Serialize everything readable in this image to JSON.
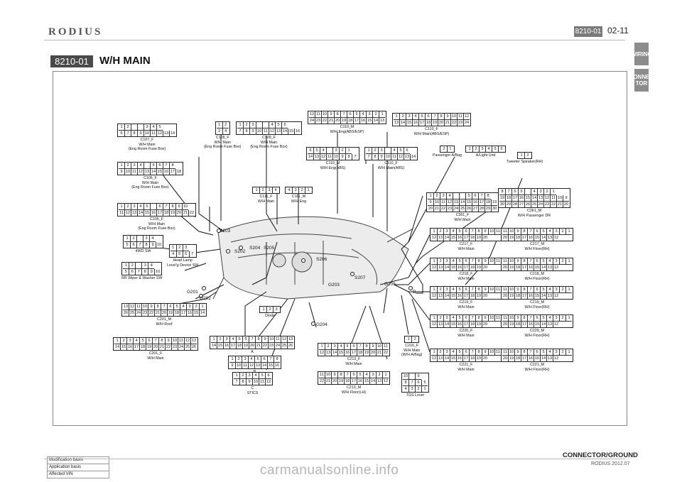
{
  "header": {
    "brand": "RODIUS",
    "section_code": "8210-01",
    "page_number": "02-11",
    "side_tabs": [
      "WIRING",
      "CONNEC TOR"
    ]
  },
  "title": {
    "code": "8210-01",
    "text": "W/H MAIN"
  },
  "splices": [
    "S203",
    "S202",
    "S204",
    "S205",
    "S206",
    "S207",
    "G203",
    "G201",
    "G202",
    "G204",
    "G206",
    "B"
  ],
  "connectors": [
    {
      "id": "c107",
      "rows": [
        [
          "1",
          "2",
          "",
          "",
          "3",
          "4",
          "5"
        ],
        [
          "6",
          "7",
          "8",
          "9",
          "10",
          "11",
          "12",
          "13",
          "14"
        ]
      ],
      "label": "C107_F\nW/H Main\n(Eng Room Fuse Box)"
    },
    {
      "id": "c108",
      "rows": [
        [
          "1",
          "2"
        ],
        [
          "3",
          "4"
        ]
      ],
      "label": "C108_F\nW/H Main\n(Eng Room Fuse Box)"
    },
    {
      "id": "c109",
      "rows": [
        [
          "1",
          "2",
          "3",
          "",
          "",
          "4",
          "5",
          "6"
        ],
        [
          "7",
          "8",
          "9",
          "10",
          "11",
          "12",
          "13",
          "14",
          "15",
          "16"
        ]
      ],
      "label": "C109_F\nW/H Main\n(Eng Room Fuse Box)"
    },
    {
      "id": "c110m",
      "rows": [
        [
          "12",
          "11",
          "10",
          "9",
          "8",
          "7",
          "6",
          "5",
          "4",
          "3",
          "2",
          "1"
        ],
        [
          "24",
          "23",
          "22",
          "21",
          "20",
          "19",
          "18",
          "17",
          "16",
          "15",
          "14",
          "13"
        ]
      ],
      "label": "C110_M\nW/H Eng(ABS/ESP)"
    },
    {
      "id": "c110f",
      "rows": [
        [
          "1",
          "2",
          "3",
          "4",
          "5",
          "6",
          "7",
          "8",
          "9",
          "10",
          "11",
          "12"
        ],
        [
          "13",
          "14",
          "15",
          "16",
          "17",
          "18",
          "19",
          "20",
          "21",
          "22",
          "23",
          "24"
        ]
      ],
      "label": "C110_F\nW/H Main(ABS/ESP)"
    },
    {
      "id": "c106",
      "rows": [
        [
          "1",
          "2",
          "3",
          "4",
          "",
          "5",
          "6",
          "7",
          "8"
        ],
        [
          "9",
          "10",
          "11",
          "12",
          "13",
          "14",
          "15",
          "16",
          "17",
          "18"
        ]
      ],
      "label": "C106_F\nW/H Main\n(Eng Room Fuse Box)"
    },
    {
      "id": "c110m2",
      "rows": [
        [
          "6",
          "5",
          "4",
          "",
          "3",
          "2",
          "1"
        ],
        [
          "14",
          "13",
          "12",
          "11",
          "10",
          "9",
          "8",
          "7"
        ]
      ],
      "label": "C110_M\nW/H Eng(ABS)"
    },
    {
      "id": "c110f2",
      "rows": [
        [
          "1",
          "2",
          "3",
          "",
          "4",
          "5",
          "6"
        ],
        [
          "7",
          "8",
          "9",
          "10",
          "11",
          "12",
          "13",
          "14"
        ]
      ],
      "label": "C110_F\nW/H Main(ABS)"
    },
    {
      "id": "pab",
      "rows": [
        [
          "2",
          "1"
        ]
      ],
      "label": "Passenger A/Bag"
    },
    {
      "id": "alight",
      "rows": [
        [
          "1",
          "2",
          "3",
          "4",
          "5",
          "6"
        ]
      ],
      "label": "A/Light Unit"
    },
    {
      "id": "tweeter",
      "rows": [
        [
          "1",
          "2"
        ]
      ],
      "label": "Tweeter Speaker(RH)"
    },
    {
      "id": "c111f",
      "rows": [
        [
          "1",
          "2",
          "3",
          "4"
        ]
      ],
      "label": "C111_F\nW/H Main"
    },
    {
      "id": "c111m",
      "rows": [
        [
          "4",
          "3",
          "2",
          "1"
        ]
      ],
      "label": "C111_M\nW/H Eng"
    },
    {
      "id": "c105",
      "rows": [
        [
          "1",
          "2",
          "3",
          "4",
          "5",
          "",
          "6",
          "7",
          "8",
          "9",
          "10"
        ],
        [
          "11",
          "12",
          "13",
          "14",
          "15",
          "16",
          "17",
          "18",
          "19",
          "20",
          "21",
          "22"
        ]
      ],
      "label": "C105_F\nW/H Main\n(Eng Room Fuse Box)"
    },
    {
      "id": "c361f",
      "rows": [
        [
          "1",
          "2",
          "3",
          "4",
          "",
          "",
          "5",
          "6",
          "7",
          "8"
        ],
        [
          "9",
          "10",
          "11",
          "12",
          "13",
          "14",
          "15",
          "16",
          "17",
          "18",
          "19"
        ],
        [
          "20",
          "21",
          "22",
          "23",
          "24",
          "25",
          "26",
          "27",
          "28",
          "29",
          "30"
        ]
      ],
      "label": "C361_F\nW/H Main"
    },
    {
      "id": "c361m",
      "rows": [
        [
          "8",
          "7",
          "6",
          "5",
          "",
          "4",
          "3",
          "2",
          "1"
        ],
        [
          "19",
          "18",
          "17",
          "16",
          "15",
          "14",
          "13",
          "12",
          "11",
          "10",
          "9"
        ],
        [
          "30",
          "29",
          "28",
          "27",
          "26",
          "25",
          "24",
          "23",
          "22",
          "21",
          "20"
        ]
      ],
      "label": "C361_M\nW/H Passenger DR"
    },
    {
      "id": "4wd",
      "rows": [
        [
          "1",
          "2",
          "",
          "3",
          "4"
        ],
        [
          "5",
          "6",
          "7",
          "8",
          "9",
          "10"
        ]
      ],
      "label": "4WD SW"
    },
    {
      "id": "headlamp",
      "rows": [
        [
          "1",
          "2",
          "3"
        ],
        [
          "4",
          "5",
          "6",
          "7"
        ]
      ],
      "label": "Head Lamp\nLevel'g Device SW"
    },
    {
      "id": "rrwiper",
      "rows": [
        [
          "1",
          "2",
          "",
          "3",
          "4"
        ],
        [
          "5",
          "6",
          "7",
          "8",
          "9",
          "10"
        ]
      ],
      "label": "RR Wiper & Washer SW"
    },
    {
      "id": "c217f",
      "rows": [
        [
          "1",
          "2",
          "3",
          "4",
          "5",
          "6",
          "7",
          "8",
          "9",
          "10",
          "11"
        ],
        [
          "12",
          "13",
          "14",
          "15",
          "16",
          "17",
          "18",
          "19",
          "20"
        ]
      ],
      "label": "C217_F\nW/H Main"
    },
    {
      "id": "c217m",
      "rows": [
        [
          "11",
          "10",
          "9",
          "8",
          "7",
          "6",
          "5",
          "4",
          "3",
          "2",
          "1"
        ],
        [
          "20",
          "19",
          "18",
          "17",
          "16",
          "15",
          "14",
          "13",
          "12"
        ]
      ],
      "label": "C217_M\nW/H Floor(RH)"
    },
    {
      "id": "c218f",
      "rows": [
        [
          "1",
          "2",
          "3",
          "4",
          "5",
          "6",
          "7",
          "8",
          "9",
          "10",
          "11"
        ],
        [
          "12",
          "13",
          "14",
          "15",
          "16",
          "17",
          "18",
          "19",
          "20"
        ]
      ],
      "label": "C218_F\nW/H Main"
    },
    {
      "id": "c218m",
      "rows": [
        [
          "11",
          "10",
          "9",
          "8",
          "7",
          "6",
          "5",
          "4",
          "3",
          "2",
          "1"
        ],
        [
          "20",
          "19",
          "18",
          "17",
          "16",
          "15",
          "14",
          "13",
          "12"
        ]
      ],
      "label": "C218_M\nW/H Floor(RH)"
    },
    {
      "id": "c219f",
      "rows": [
        [
          "1",
          "2",
          "3",
          "4",
          "5",
          "6",
          "7",
          "8",
          "9",
          "10",
          "11"
        ],
        [
          "12",
          "13",
          "14",
          "15",
          "16",
          "17",
          "18",
          "19",
          "20"
        ]
      ],
      "label": "C219_F\nW/H Main"
    },
    {
      "id": "c219m",
      "rows": [
        [
          "11",
          "10",
          "9",
          "8",
          "7",
          "6",
          "5",
          "4",
          "3",
          "2",
          "1"
        ],
        [
          "20",
          "19",
          "18",
          "17",
          "16",
          "15",
          "14",
          "13",
          "12"
        ]
      ],
      "label": "C219_M\nW/H Floor(RH)"
    },
    {
      "id": "c201m",
      "rows": [
        [
          "13",
          "12",
          "11",
          "10",
          "9",
          "8",
          "7",
          "6",
          "5",
          "4",
          "3",
          "2",
          "1"
        ],
        [
          "26",
          "25",
          "24",
          "23",
          "22",
          "21",
          "20",
          "19",
          "18",
          "17",
          "16",
          "15",
          "14"
        ]
      ],
      "label": "C201_M\nW/H Roof"
    },
    {
      "id": "diode",
      "rows": [
        [
          "1",
          "2",
          "3"
        ]
      ],
      "label": "Diode"
    },
    {
      "id": "c220f",
      "rows": [
        [
          "1",
          "2",
          "3",
          "4",
          "5",
          "6",
          "7",
          "8",
          "9",
          "10",
          "11"
        ],
        [
          "12",
          "13",
          "14",
          "15",
          "16",
          "17",
          "18",
          "19",
          "20"
        ]
      ],
      "label": "C220_F\nW/H Main"
    },
    {
      "id": "c220m",
      "rows": [
        [
          "11",
          "10",
          "9",
          "8",
          "7",
          "6",
          "5",
          "4",
          "3",
          "2",
          "1"
        ],
        [
          "20",
          "19",
          "18",
          "17",
          "16",
          "15",
          "14",
          "13",
          "12"
        ]
      ],
      "label": "C220_M\nW/H Floor(RH)"
    },
    {
      "id": "c201f",
      "rows": [
        [
          "1",
          "2",
          "3",
          "4",
          "5",
          "6",
          "7",
          "8",
          "9",
          "10",
          "11",
          "12",
          "13"
        ],
        [
          "14",
          "15",
          "16",
          "17",
          "18",
          "19",
          "20",
          "21",
          "22",
          "23",
          "24",
          "25",
          "26"
        ]
      ],
      "label": "C201_F\nW/H Main"
    },
    {
      "id": "sticsA",
      "rows": [
        [
          "1",
          "2",
          "3",
          "4",
          "5",
          "6",
          "7",
          "8",
          "9",
          "10",
          "11",
          "12",
          "13"
        ],
        [
          "14",
          "15",
          "16",
          "17",
          "18",
          "19",
          "20",
          "21",
          "22",
          "23",
          "24",
          "25",
          "26"
        ]
      ],
      "label": "A"
    },
    {
      "id": "sticsB",
      "rows": [
        [
          "1",
          "2",
          "3",
          "4",
          "5",
          "6",
          "7",
          "8"
        ],
        [
          "9",
          "10",
          "11",
          "12",
          "13",
          "14",
          "15",
          "16"
        ]
      ],
      "label": "B"
    },
    {
      "id": "sticsC",
      "rows": [
        [
          "1",
          "2",
          "3",
          "4",
          "5",
          "6"
        ],
        [
          "7",
          "8",
          "9",
          "10",
          "11",
          "12"
        ]
      ],
      "label": "C\nSTICS"
    },
    {
      "id": "c213f",
      "rows": [
        [
          "1",
          "2",
          "3",
          "4",
          "5",
          "6",
          "7",
          "8",
          "9",
          "10",
          "11"
        ],
        [
          "12",
          "13",
          "14",
          "15",
          "16",
          "17",
          "18",
          "19",
          "20",
          "21",
          "22"
        ]
      ],
      "label": "C213_F\nW/H Main"
    },
    {
      "id": "c213m",
      "rows": [
        [
          "11",
          "10",
          "9",
          "8",
          "7",
          "6",
          "5",
          "4",
          "3",
          "2",
          "1"
        ],
        [
          "22",
          "21",
          "20",
          "19",
          "18",
          "17",
          "16",
          "15",
          "14",
          "13",
          "12"
        ]
      ],
      "label": "C213_M\nW/H Floor(LH)"
    },
    {
      "id": "c216f",
      "rows": [
        [
          "1",
          "2"
        ]
      ],
      "label": "C216_F\nW/H Main\n(W/H A/Bag)"
    },
    {
      "id": "tgs",
      "rows": [
        [
          "10",
          "",
          "9"
        ],
        [
          "8",
          "7",
          "6",
          "5"
        ],
        [
          "4",
          "3",
          "2",
          "1"
        ]
      ],
      "label": "TGS Lever"
    },
    {
      "id": "c221f",
      "rows": [
        [
          "1",
          "2",
          "3",
          "4",
          "5",
          "6",
          "7",
          "8",
          "9",
          "10",
          "11"
        ],
        [
          "12",
          "13",
          "14",
          "15",
          "16",
          "17",
          "18",
          "19",
          "20"
        ]
      ],
      "label": "C221_F\nW/H Main"
    },
    {
      "id": "c221m",
      "rows": [
        [
          "11",
          "10",
          "9",
          "8",
          "7",
          "6",
          "5",
          "4",
          "3",
          "2",
          "1"
        ],
        [
          "20",
          "19",
          "18",
          "17",
          "16",
          "15",
          "14",
          "13",
          "12"
        ]
      ],
      "label": "C221_M\nW/H Floor(RH)"
    }
  ],
  "footer": {
    "basis_rows": [
      "Modification basis",
      "Application basis",
      "Affected VIN"
    ],
    "section_title": "CONNECTOR/GROUND",
    "subtitle": "RODIUS 2012.07",
    "watermark": "carmanualsonline.info"
  }
}
